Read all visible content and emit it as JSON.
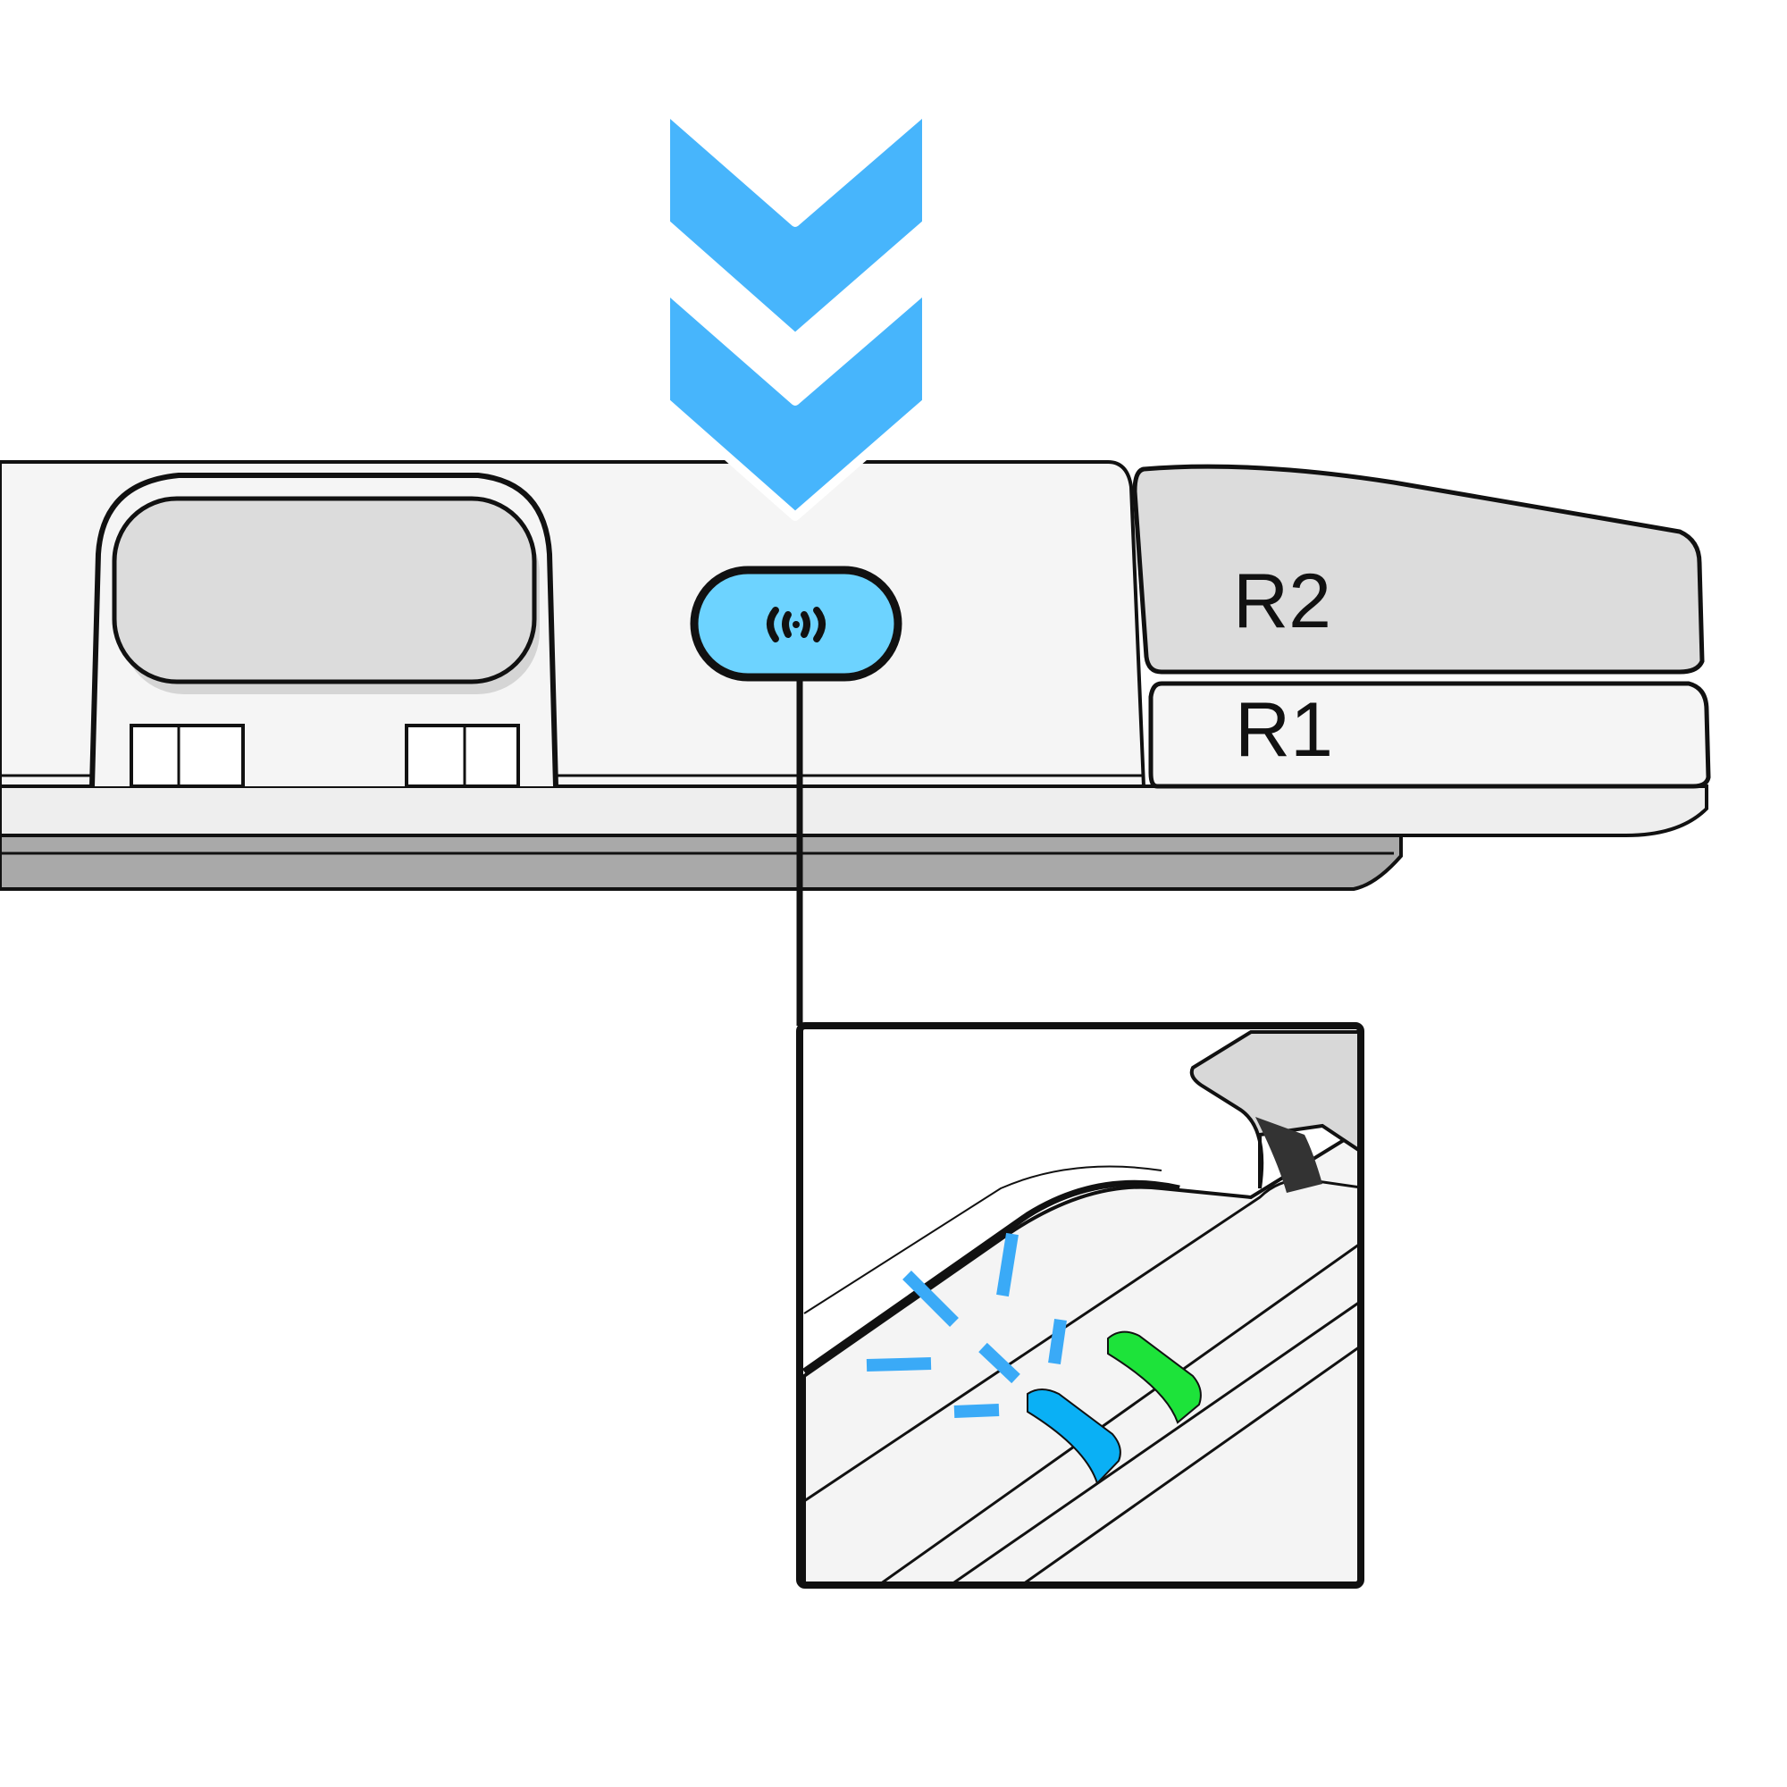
{
  "labels": {
    "r2": "R2",
    "r1": "R1"
  },
  "icons": {
    "arrow": "double-chevron-down-icon",
    "pair_button": "wireless-signal-icon",
    "led_blue": "blue-led-indicator",
    "led_green": "green-led-indicator"
  },
  "colors": {
    "arrow": "#47b5fc",
    "button_fill": "#6dd3ff",
    "led_blue": "#0ab0f5",
    "led_green": "#1de33a",
    "flash": "#3aaaf7",
    "body": "#f5f5f5",
    "trigger": "#dcdcdc",
    "outline": "#111111"
  }
}
